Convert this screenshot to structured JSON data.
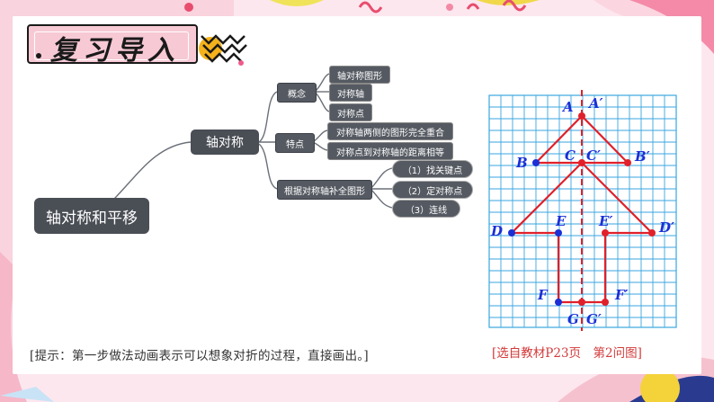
{
  "header": {
    "title": "复习导入"
  },
  "mindmap": {
    "root": "轴对称和平移",
    "branch": "轴对称",
    "groups": [
      {
        "label": "概念",
        "items": [
          "轴对称图形",
          "对称轴",
          "对称点"
        ]
      },
      {
        "label": "特点",
        "items": [
          "对称轴两侧的图形完全重合",
          "对称点到对称轴的距离相等"
        ]
      },
      {
        "label": "根据对称轴补全图形",
        "items": [
          "（1）找关键点",
          "（2）定对称点",
          "（3）连线"
        ]
      }
    ]
  },
  "figure": {
    "labels": {
      "A": "A",
      "A2": "A",
      "B": "B",
      "B2": "B",
      "C": "C",
      "C2": "C",
      "D": "D",
      "D2": "D",
      "E": "E",
      "E2": "E",
      "F": "F",
      "F2": "F",
      "G": "G",
      "G2": "G",
      "prime": "′"
    },
    "colors": {
      "grid": "#3aa6e0",
      "shape": "#e0202a",
      "axis": "#e0202a",
      "point": "#1a2fd6",
      "label": "#1a2fd6"
    }
  },
  "hint": "[提示：第一步做法动画表示可以想象对折的过程，直接画出。]",
  "source_note": "[选自教材P23页　第2问图]",
  "colors": {
    "node": "#4a4e55",
    "title_bg": "#f7c9d5",
    "source": "#d23a3a",
    "accent_pink": "#f05a8a"
  }
}
